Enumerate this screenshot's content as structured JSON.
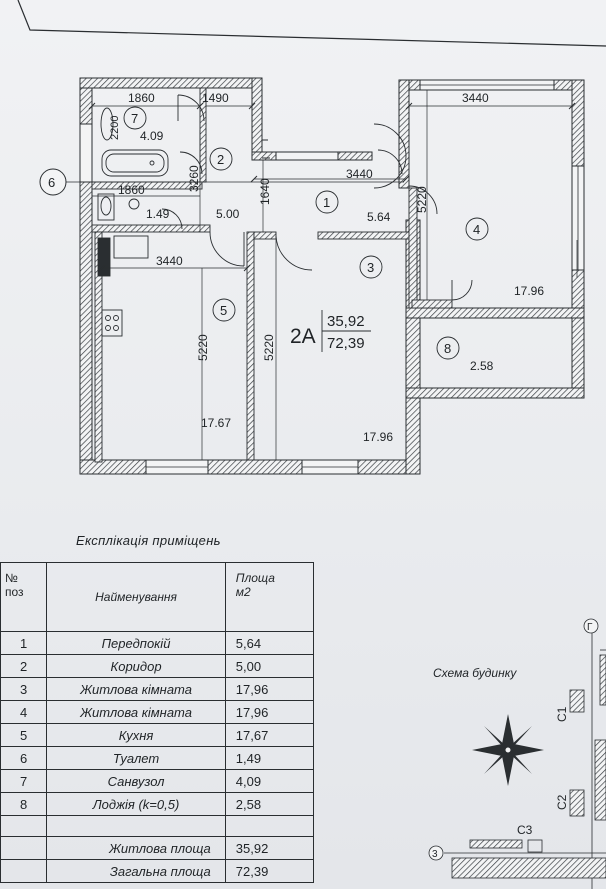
{
  "apartment": {
    "label": "2A",
    "living_area": "35,92",
    "total_area": "72,39"
  },
  "plan_labels": {
    "dims": {
      "d1860_top": "1860",
      "d1490": "1490",
      "d3440_r4": "3440",
      "d2200": "2200",
      "d3260": "3260",
      "d1640": "1640",
      "d3440_r1": "3440",
      "d5220_r4": "5220",
      "d1860_mid": "1860",
      "d3440_kitchen": "3440",
      "d5220_kitchen": "5220",
      "d5220_r3": "5220"
    },
    "rooms": [
      {
        "num": "1",
        "area": "5.64"
      },
      {
        "num": "2",
        "area": "5.00"
      },
      {
        "num": "3",
        "area": "17.96"
      },
      {
        "num": "4",
        "area": "17.96"
      },
      {
        "num": "5",
        "area": "17.67"
      },
      {
        "num": "6",
        "area": "1.49"
      },
      {
        "num": "7",
        "area": "4.09"
      },
      {
        "num": "8",
        "area": "2.58"
      }
    ]
  },
  "explication": {
    "title": "Експлікація приміщень",
    "headers": {
      "num": "№\nпоз",
      "name": "Найменування",
      "area": "Площа\nм2"
    },
    "rows": [
      {
        "num": "1",
        "name": "Передпокій",
        "area": "5,64"
      },
      {
        "num": "2",
        "name": "Коридор",
        "area": "5,00"
      },
      {
        "num": "3",
        "name": "Житлова кімната",
        "area": "17,96"
      },
      {
        "num": "4",
        "name": "Житлова кімната",
        "area": "17,96"
      },
      {
        "num": "5",
        "name": "Кухня",
        "area": "17,67"
      },
      {
        "num": "6",
        "name": "Туалет",
        "area": "1,49"
      },
      {
        "num": "7",
        "name": "Санвузол",
        "area": "4,09"
      },
      {
        "num": "8",
        "name": "Лоджія (k=0,5)",
        "area": "2,58"
      }
    ],
    "totals": [
      {
        "name": "Житлова площа",
        "area": "35,92"
      },
      {
        "name": "Загальна площа",
        "area": "72,39"
      }
    ]
  },
  "schema": {
    "title": "Схема будинку",
    "axis_g": "Г",
    "axis_3": "3",
    "sections": [
      "С1",
      "С2",
      "С3"
    ]
  },
  "colors": {
    "wall_hatch": "#3a3f43",
    "lines": "#2a2e31",
    "paper": "#eceef0"
  }
}
